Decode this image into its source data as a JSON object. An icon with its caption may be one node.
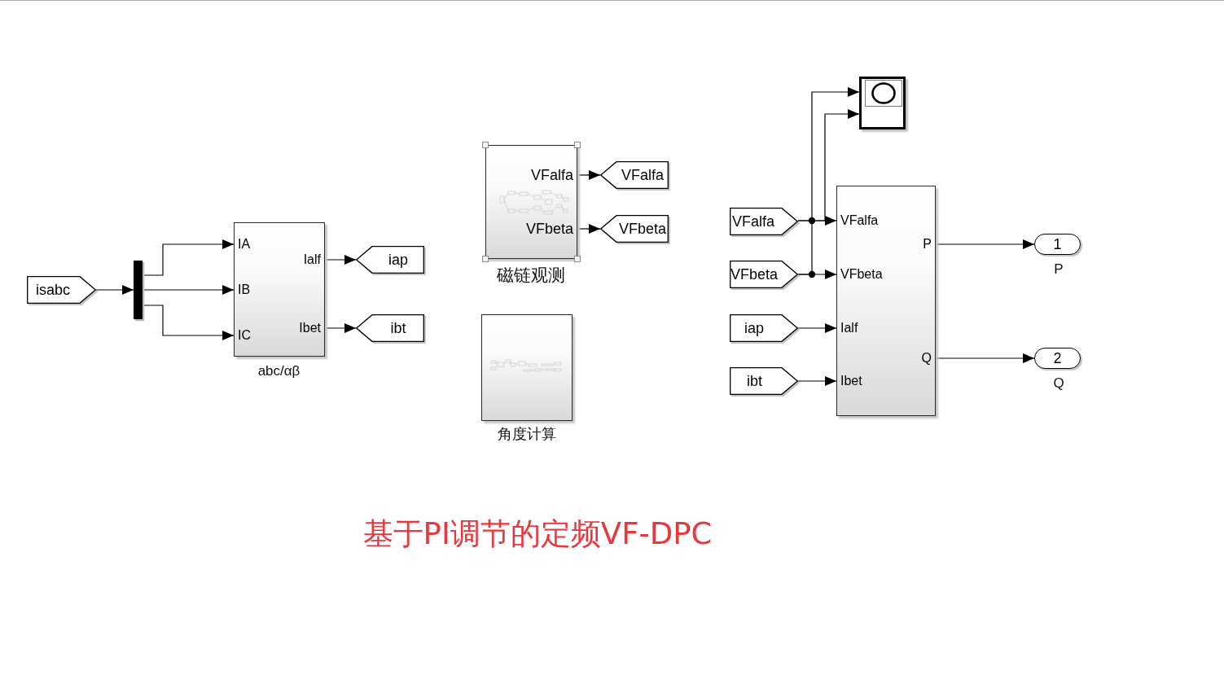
{
  "diagram": {
    "title": "基于PI调节的定频VF-DPC",
    "nodes": [
      {
        "text": [
          "isabc"
        ]
      },
      {
        "text": [],
        "shape": "bar"
      },
      {
        "text": [
          "IA",
          "IB",
          "IC",
          "Ialf",
          "Ibet"
        ],
        "beside": [
          "abc/αβ"
        ]
      },
      {
        "text": [
          "iap"
        ]
      },
      {
        "text": [
          "ibt"
        ]
      },
      {
        "text": [
          "VFalfa",
          "VFbeta"
        ],
        "beside": [
          "磁链观测"
        ]
      },
      {
        "text": [
          "VFalfa"
        ]
      },
      {
        "text": [
          "VFbeta"
        ]
      },
      {
        "text": [],
        "shape": "box",
        "beside": [
          "角度计算"
        ]
      },
      {
        "text": [],
        "shape": "box"
      },
      {
        "text": [
          "VFalfa"
        ]
      },
      {
        "text": [
          "VFbeta"
        ]
      },
      {
        "text": [
          "iap"
        ]
      },
      {
        "text": [
          "ibt"
        ]
      },
      {
        "text": [
          "VFalfa",
          "VFbeta",
          "Ialf",
          "Ibet",
          "P",
          "Q"
        ]
      },
      {
        "text": [
          "1"
        ],
        "beside": [
          "P"
        ]
      },
      {
        "text": [
          "2"
        ],
        "beside": [
          "Q"
        ]
      }
    ],
    "edges": [
      {
        "from": 0,
        "to": 1,
        "arrow": "to"
      },
      {
        "from": 1,
        "to": 2,
        "arrow": "to"
      },
      {
        "from": 1,
        "to": 2,
        "arrow": "to"
      },
      {
        "from": 1,
        "to": 2,
        "arrow": "to"
      },
      {
        "from": 2,
        "to": 3,
        "arrow": "to"
      },
      {
        "from": 2,
        "to": 4,
        "arrow": "to"
      },
      {
        "from": 5,
        "to": 6,
        "arrow": "to"
      },
      {
        "from": 5,
        "to": 7,
        "arrow": "to"
      },
      {
        "from": 10,
        "to": 9,
        "arrow": "to"
      },
      {
        "from": 11,
        "to": 9,
        "arrow": "to"
      },
      {
        "from": 10,
        "to": 14,
        "arrow": "to"
      },
      {
        "from": 11,
        "to": 14,
        "arrow": "to"
      },
      {
        "from": 12,
        "to": 14,
        "arrow": "to"
      },
      {
        "from": 13,
        "to": 14,
        "arrow": "to"
      },
      {
        "from": 14,
        "to": 15,
        "arrow": "to"
      },
      {
        "from": 14,
        "to": 16,
        "arrow": "to"
      }
    ]
  }
}
